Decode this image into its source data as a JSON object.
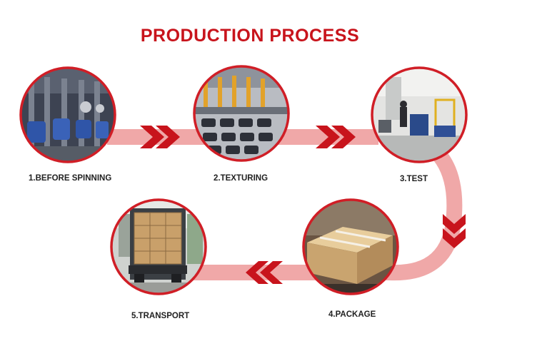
{
  "title": "PRODUCTION PROCESS",
  "colors": {
    "title": "#c8141c",
    "ring": "#d01e26",
    "path": "#f0a8a8",
    "chevron": "#c8141c"
  },
  "steps": [
    {
      "label": "1.BEFORE SPINNING",
      "icon": "spinning-machine-photo"
    },
    {
      "label": "2.TEXTURING",
      "icon": "texturing-machine-photo"
    },
    {
      "label": "3.TEST",
      "icon": "test-lab-photo"
    },
    {
      "label": "4.PACKAGE",
      "icon": "carton-package-photo"
    },
    {
      "label": "5.TRANSPORT",
      "icon": "loaded-truck-photo"
    }
  ]
}
